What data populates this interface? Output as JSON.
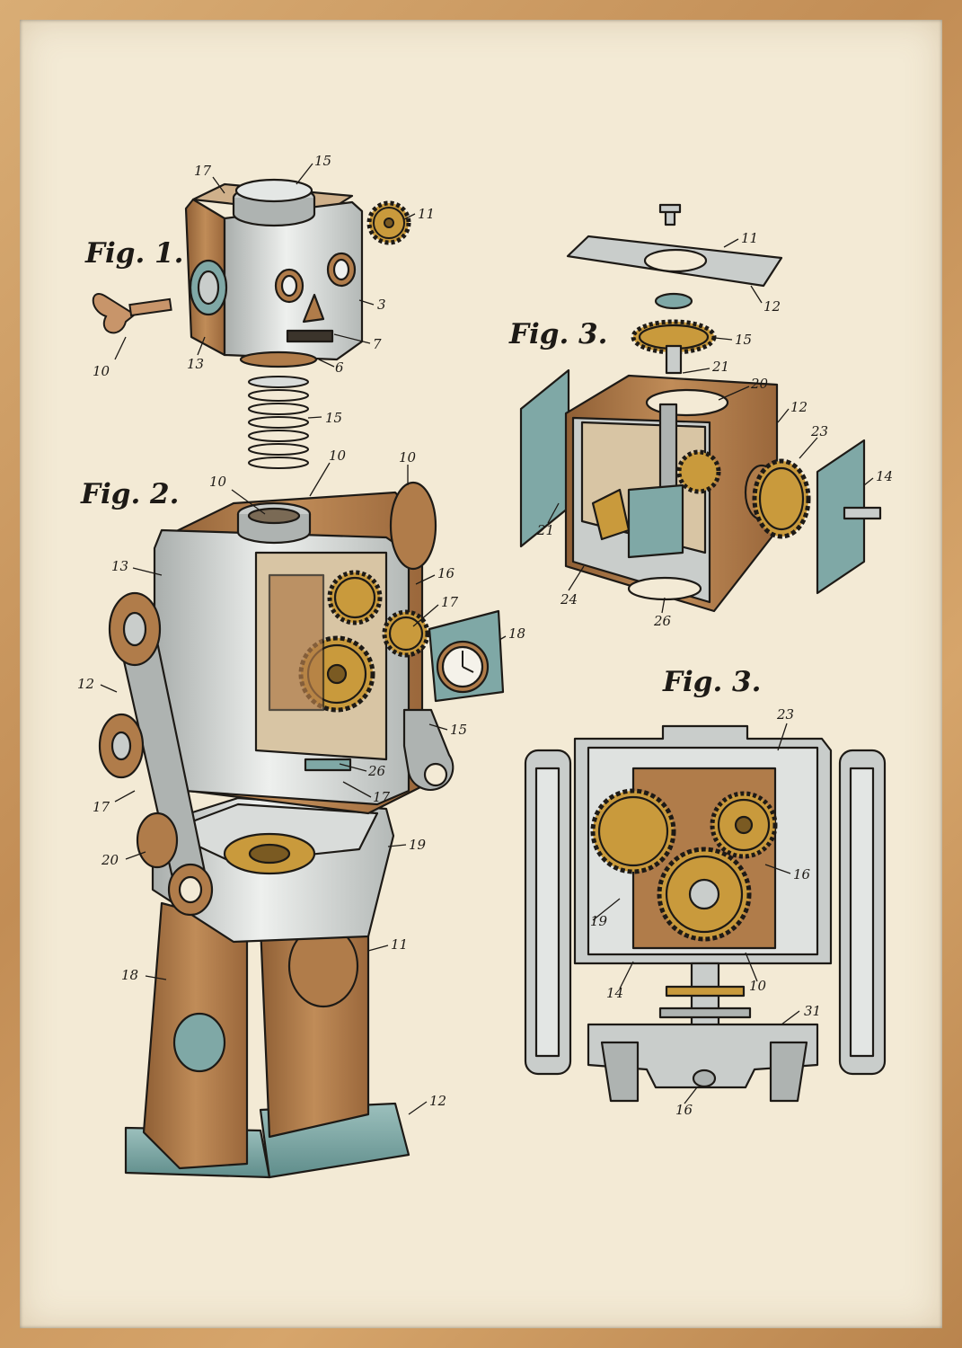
{
  "figures": [
    {
      "id": "fig1",
      "title": "Fig. 1.",
      "subject": "robot-head-exploded"
    },
    {
      "id": "fig2",
      "title": "Fig. 2.",
      "subject": "robot-body-cutaway"
    },
    {
      "id": "fig3a",
      "title": "Fig. 3.",
      "subject": "gearbox-exploded"
    },
    {
      "id": "fig3b",
      "title": "Fig. 3.",
      "subject": "torso-cross-section"
    }
  ],
  "callouts": {
    "fig1": [
      "17",
      "15",
      "11",
      "3",
      "7",
      "6",
      "10",
      "13",
      "15"
    ],
    "fig2": [
      "10",
      "10",
      "10",
      "13",
      "16",
      "17",
      "18",
      "12",
      "15",
      "26",
      "17",
      "17",
      "19",
      "20",
      "11",
      "18",
      "12"
    ],
    "fig3a": [
      "11",
      "12",
      "15",
      "21",
      "20",
      "12",
      "23",
      "14",
      "21",
      "24",
      "26"
    ],
    "fig3b": [
      "23",
      "16",
      "19",
      "14",
      "10",
      "31",
      "16"
    ]
  },
  "colors": {
    "paper": "#f3ead5",
    "frame": "#c99a61",
    "copper": "#b07c4a",
    "steel": "#c9cdcb",
    "teal": "#7fa8a6",
    "brass": "#c99a3c",
    "ink": "#1d1a16"
  }
}
